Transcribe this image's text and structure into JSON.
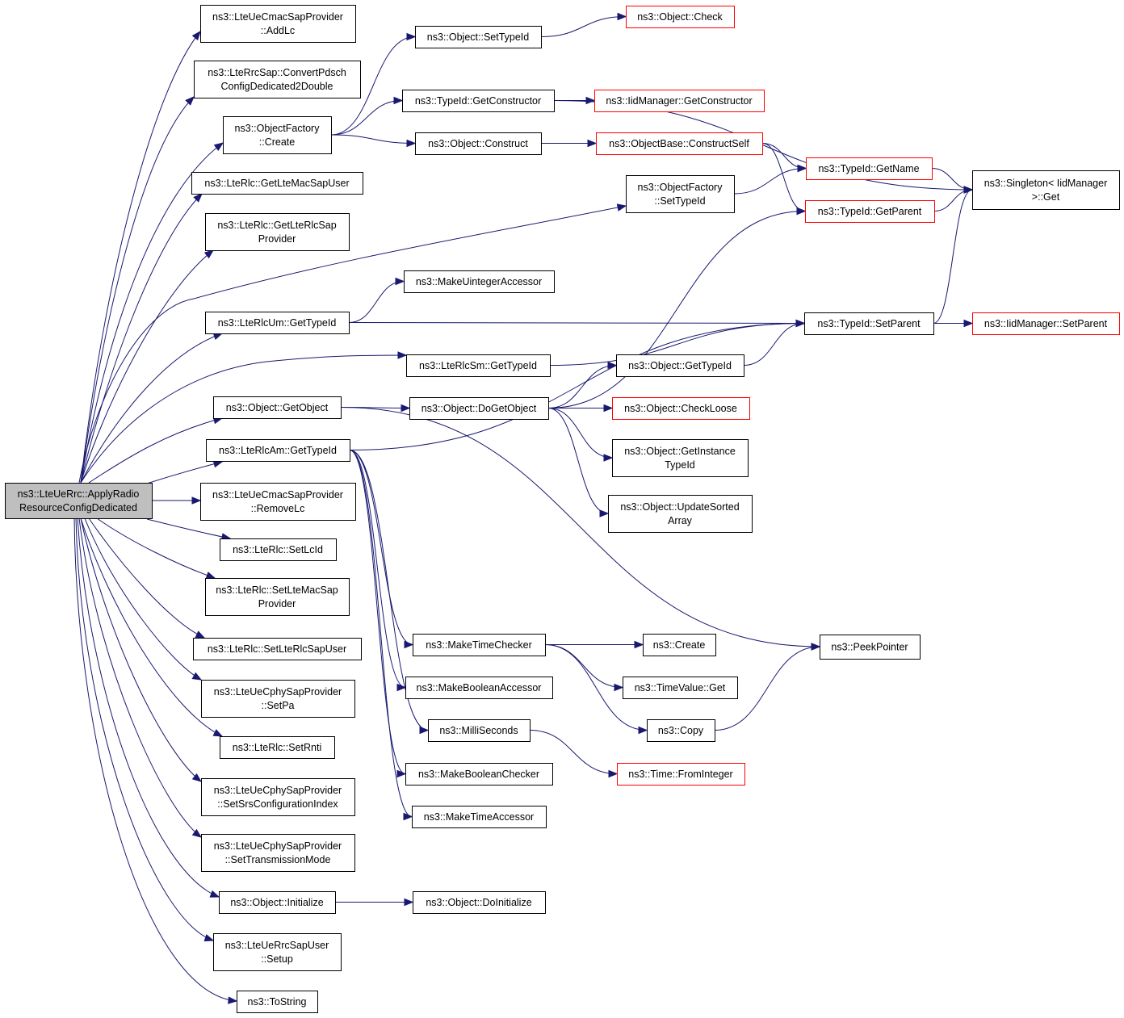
{
  "nodes": [
    {
      "id": "root",
      "lines": [
        "ns3::LteUeRrc::ApplyRadio",
        "ResourceConfigDedicated"
      ],
      "style": "root"
    },
    {
      "id": "addlc",
      "lines": [
        "ns3::LteUeCmacSapProvider",
        "::AddLc"
      ],
      "style": "normal"
    },
    {
      "id": "convertpdsch",
      "lines": [
        "ns3::LteRrcSap::ConvertPdsch",
        "ConfigDedicated2Double"
      ],
      "style": "normal"
    },
    {
      "id": "ofcreate",
      "lines": [
        "ns3::ObjectFactory",
        "::Create"
      ],
      "style": "normal"
    },
    {
      "id": "getltemacsapuser",
      "lines": [
        "ns3::LteRlc::GetLteMacSapUser"
      ],
      "style": "normal"
    },
    {
      "id": "getlterlcsapprovider",
      "lines": [
        "ns3::LteRlc::GetLteRlcSap",
        "Provider"
      ],
      "style": "normal"
    },
    {
      "id": "umgettypeid",
      "lines": [
        "ns3::LteRlcUm::GetTypeId"
      ],
      "style": "normal"
    },
    {
      "id": "smgettypeid",
      "lines": [
        "ns3::LteRlcSm::GetTypeId"
      ],
      "style": "normal"
    },
    {
      "id": "getobject",
      "lines": [
        "ns3::Object::GetObject"
      ],
      "style": "normal"
    },
    {
      "id": "amgettypeid",
      "lines": [
        "ns3::LteRlcAm::GetTypeId"
      ],
      "style": "normal"
    },
    {
      "id": "removelc",
      "lines": [
        "ns3::LteUeCmacSapProvider",
        "::RemoveLc"
      ],
      "style": "normal"
    },
    {
      "id": "setlcid",
      "lines": [
        "ns3::LteRlc::SetLcId"
      ],
      "style": "normal"
    },
    {
      "id": "setltemacsapprovider",
      "lines": [
        "ns3::LteRlc::SetLteMacSap",
        "Provider"
      ],
      "style": "normal"
    },
    {
      "id": "setlterlcsapuser",
      "lines": [
        "ns3::LteRlc::SetLteRlcSapUser"
      ],
      "style": "normal"
    },
    {
      "id": "setpa",
      "lines": [
        "ns3::LteUeCphySapProvider",
        "::SetPa"
      ],
      "style": "normal"
    },
    {
      "id": "setrnti",
      "lines": [
        "ns3::LteRlc::SetRnti"
      ],
      "style": "normal"
    },
    {
      "id": "setsrs",
      "lines": [
        "ns3::LteUeCphySapProvider",
        "::SetSrsConfigurationIndex"
      ],
      "style": "normal"
    },
    {
      "id": "settxmode",
      "lines": [
        "ns3::LteUeCphySapProvider",
        "::SetTransmissionMode"
      ],
      "style": "normal"
    },
    {
      "id": "initialize",
      "lines": [
        "ns3::Object::Initialize"
      ],
      "style": "normal"
    },
    {
      "id": "setup",
      "lines": [
        "ns3::LteUeRrcSapUser",
        "::Setup"
      ],
      "style": "normal"
    },
    {
      "id": "tostring",
      "lines": [
        "ns3::ToString"
      ],
      "style": "normal"
    },
    {
      "id": "settypeid",
      "lines": [
        "ns3::Object::SetTypeId"
      ],
      "style": "normal"
    },
    {
      "id": "getconstructor",
      "lines": [
        "ns3::TypeId::GetConstructor"
      ],
      "style": "normal"
    },
    {
      "id": "construct",
      "lines": [
        "ns3::Object::Construct"
      ],
      "style": "normal"
    },
    {
      "id": "ofsettypeid",
      "lines": [
        "ns3::ObjectFactory",
        "::SetTypeId"
      ],
      "style": "normal"
    },
    {
      "id": "makeuintacc",
      "lines": [
        "ns3::MakeUintegerAccessor"
      ],
      "style": "normal"
    },
    {
      "id": "ogettypeid",
      "lines": [
        "ns3::Object::GetTypeId"
      ],
      "style": "normal"
    },
    {
      "id": "dogetobject",
      "lines": [
        "ns3::Object::DoGetObject"
      ],
      "style": "normal"
    },
    {
      "id": "checkloose",
      "lines": [
        "ns3::Object::CheckLoose"
      ],
      "style": "red"
    },
    {
      "id": "getinsttypeid",
      "lines": [
        "ns3::Object::GetInstance",
        "TypeId"
      ],
      "style": "normal"
    },
    {
      "id": "updatesorted",
      "lines": [
        "ns3::Object::UpdateSorted",
        "Array"
      ],
      "style": "normal"
    },
    {
      "id": "maketimechecker",
      "lines": [
        "ns3::MakeTimeChecker"
      ],
      "style": "normal"
    },
    {
      "id": "makeboolacc",
      "lines": [
        "ns3::MakeBooleanAccessor"
      ],
      "style": "normal"
    },
    {
      "id": "milliseconds",
      "lines": [
        "ns3::MilliSeconds"
      ],
      "style": "normal"
    },
    {
      "id": "makeboolchecker",
      "lines": [
        "ns3::MakeBooleanChecker"
      ],
      "style": "normal"
    },
    {
      "id": "maketimeacc",
      "lines": [
        "ns3::MakeTimeAccessor"
      ],
      "style": "normal"
    },
    {
      "id": "doinitialize",
      "lines": [
        "ns3::Object::DoInitialize"
      ],
      "style": "normal"
    },
    {
      "id": "check",
      "lines": [
        "ns3::Object::Check"
      ],
      "style": "red"
    },
    {
      "id": "iidgetconstructor",
      "lines": [
        "ns3::IidManager::GetConstructor"
      ],
      "style": "red"
    },
    {
      "id": "constructself",
      "lines": [
        "ns3::ObjectBase::ConstructSelf"
      ],
      "style": "red"
    },
    {
      "id": "getname",
      "lines": [
        "ns3::TypeId::GetName"
      ],
      "style": "red"
    },
    {
      "id": "getparent",
      "lines": [
        "ns3::TypeId::GetParent"
      ],
      "style": "red"
    },
    {
      "id": "setparent",
      "lines": [
        "ns3::TypeId::SetParent"
      ],
      "style": "normal"
    },
    {
      "id": "singletonget",
      "lines": [
        "ns3::Singleton< IidManager",
        " >::Get"
      ],
      "style": "normal"
    },
    {
      "id": "iidsetparent",
      "lines": [
        "ns3::IidManager::SetParent"
      ],
      "style": "red"
    },
    {
      "id": "ns3create",
      "lines": [
        "ns3::Create"
      ],
      "style": "normal"
    },
    {
      "id": "timevalueget",
      "lines": [
        "ns3::TimeValue::Get"
      ],
      "style": "normal"
    },
    {
      "id": "copy",
      "lines": [
        "ns3::Copy"
      ],
      "style": "normal"
    },
    {
      "id": "frominteger",
      "lines": [
        "ns3::Time::FromInteger"
      ],
      "style": "red"
    },
    {
      "id": "peekpointer",
      "lines": [
        "ns3::PeekPointer"
      ],
      "style": "normal"
    }
  ],
  "edges": [
    [
      "root",
      "addlc"
    ],
    [
      "root",
      "convertpdsch"
    ],
    [
      "root",
      "ofcreate"
    ],
    [
      "root",
      "getltemacsapuser"
    ],
    [
      "root",
      "getlterlcsapprovider"
    ],
    [
      "root",
      "ofsettypeid"
    ],
    [
      "root",
      "umgettypeid"
    ],
    [
      "root",
      "smgettypeid"
    ],
    [
      "root",
      "getobject"
    ],
    [
      "root",
      "amgettypeid"
    ],
    [
      "root",
      "removelc"
    ],
    [
      "root",
      "setlcid"
    ],
    [
      "root",
      "setltemacsapprovider"
    ],
    [
      "root",
      "setlterlcsapuser"
    ],
    [
      "root",
      "setpa"
    ],
    [
      "root",
      "setrnti"
    ],
    [
      "root",
      "setsrs"
    ],
    [
      "root",
      "settxmode"
    ],
    [
      "root",
      "initialize"
    ],
    [
      "root",
      "setup"
    ],
    [
      "root",
      "tostring"
    ],
    [
      "ofcreate",
      "settypeid"
    ],
    [
      "ofcreate",
      "getconstructor"
    ],
    [
      "ofcreate",
      "construct"
    ],
    [
      "settypeid",
      "check"
    ],
    [
      "getconstructor",
      "iidgetconstructor"
    ],
    [
      "getconstructor",
      "singletonget"
    ],
    [
      "construct",
      "constructself"
    ],
    [
      "constructself",
      "getname"
    ],
    [
      "constructself",
      "getparent"
    ],
    [
      "ofsettypeid",
      "getname"
    ],
    [
      "getname",
      "singletonget"
    ],
    [
      "getparent",
      "singletonget"
    ],
    [
      "umgettypeid",
      "makeuintacc"
    ],
    [
      "umgettypeid",
      "setparent"
    ],
    [
      "smgettypeid",
      "setparent"
    ],
    [
      "setparent",
      "singletonget"
    ],
    [
      "setparent",
      "iidsetparent"
    ],
    [
      "ogettypeid",
      "setparent"
    ],
    [
      "getobject",
      "dogetobject"
    ],
    [
      "getobject",
      "peekpointer"
    ],
    [
      "dogetobject",
      "getparent"
    ],
    [
      "dogetobject",
      "ogettypeid"
    ],
    [
      "dogetobject",
      "checkloose"
    ],
    [
      "dogetobject",
      "getinsttypeid"
    ],
    [
      "dogetobject",
      "updatesorted"
    ],
    [
      "amgettypeid",
      "setparent"
    ],
    [
      "amgettypeid",
      "maketimechecker"
    ],
    [
      "amgettypeid",
      "makeboolacc"
    ],
    [
      "amgettypeid",
      "milliseconds"
    ],
    [
      "amgettypeid",
      "makeboolchecker"
    ],
    [
      "amgettypeid",
      "maketimeacc"
    ],
    [
      "maketimechecker",
      "ns3create"
    ],
    [
      "maketimechecker",
      "timevalueget"
    ],
    [
      "maketimechecker",
      "copy"
    ],
    [
      "copy",
      "peekpointer"
    ],
    [
      "milliseconds",
      "frominteger"
    ],
    [
      "initialize",
      "doinitialize"
    ]
  ]
}
